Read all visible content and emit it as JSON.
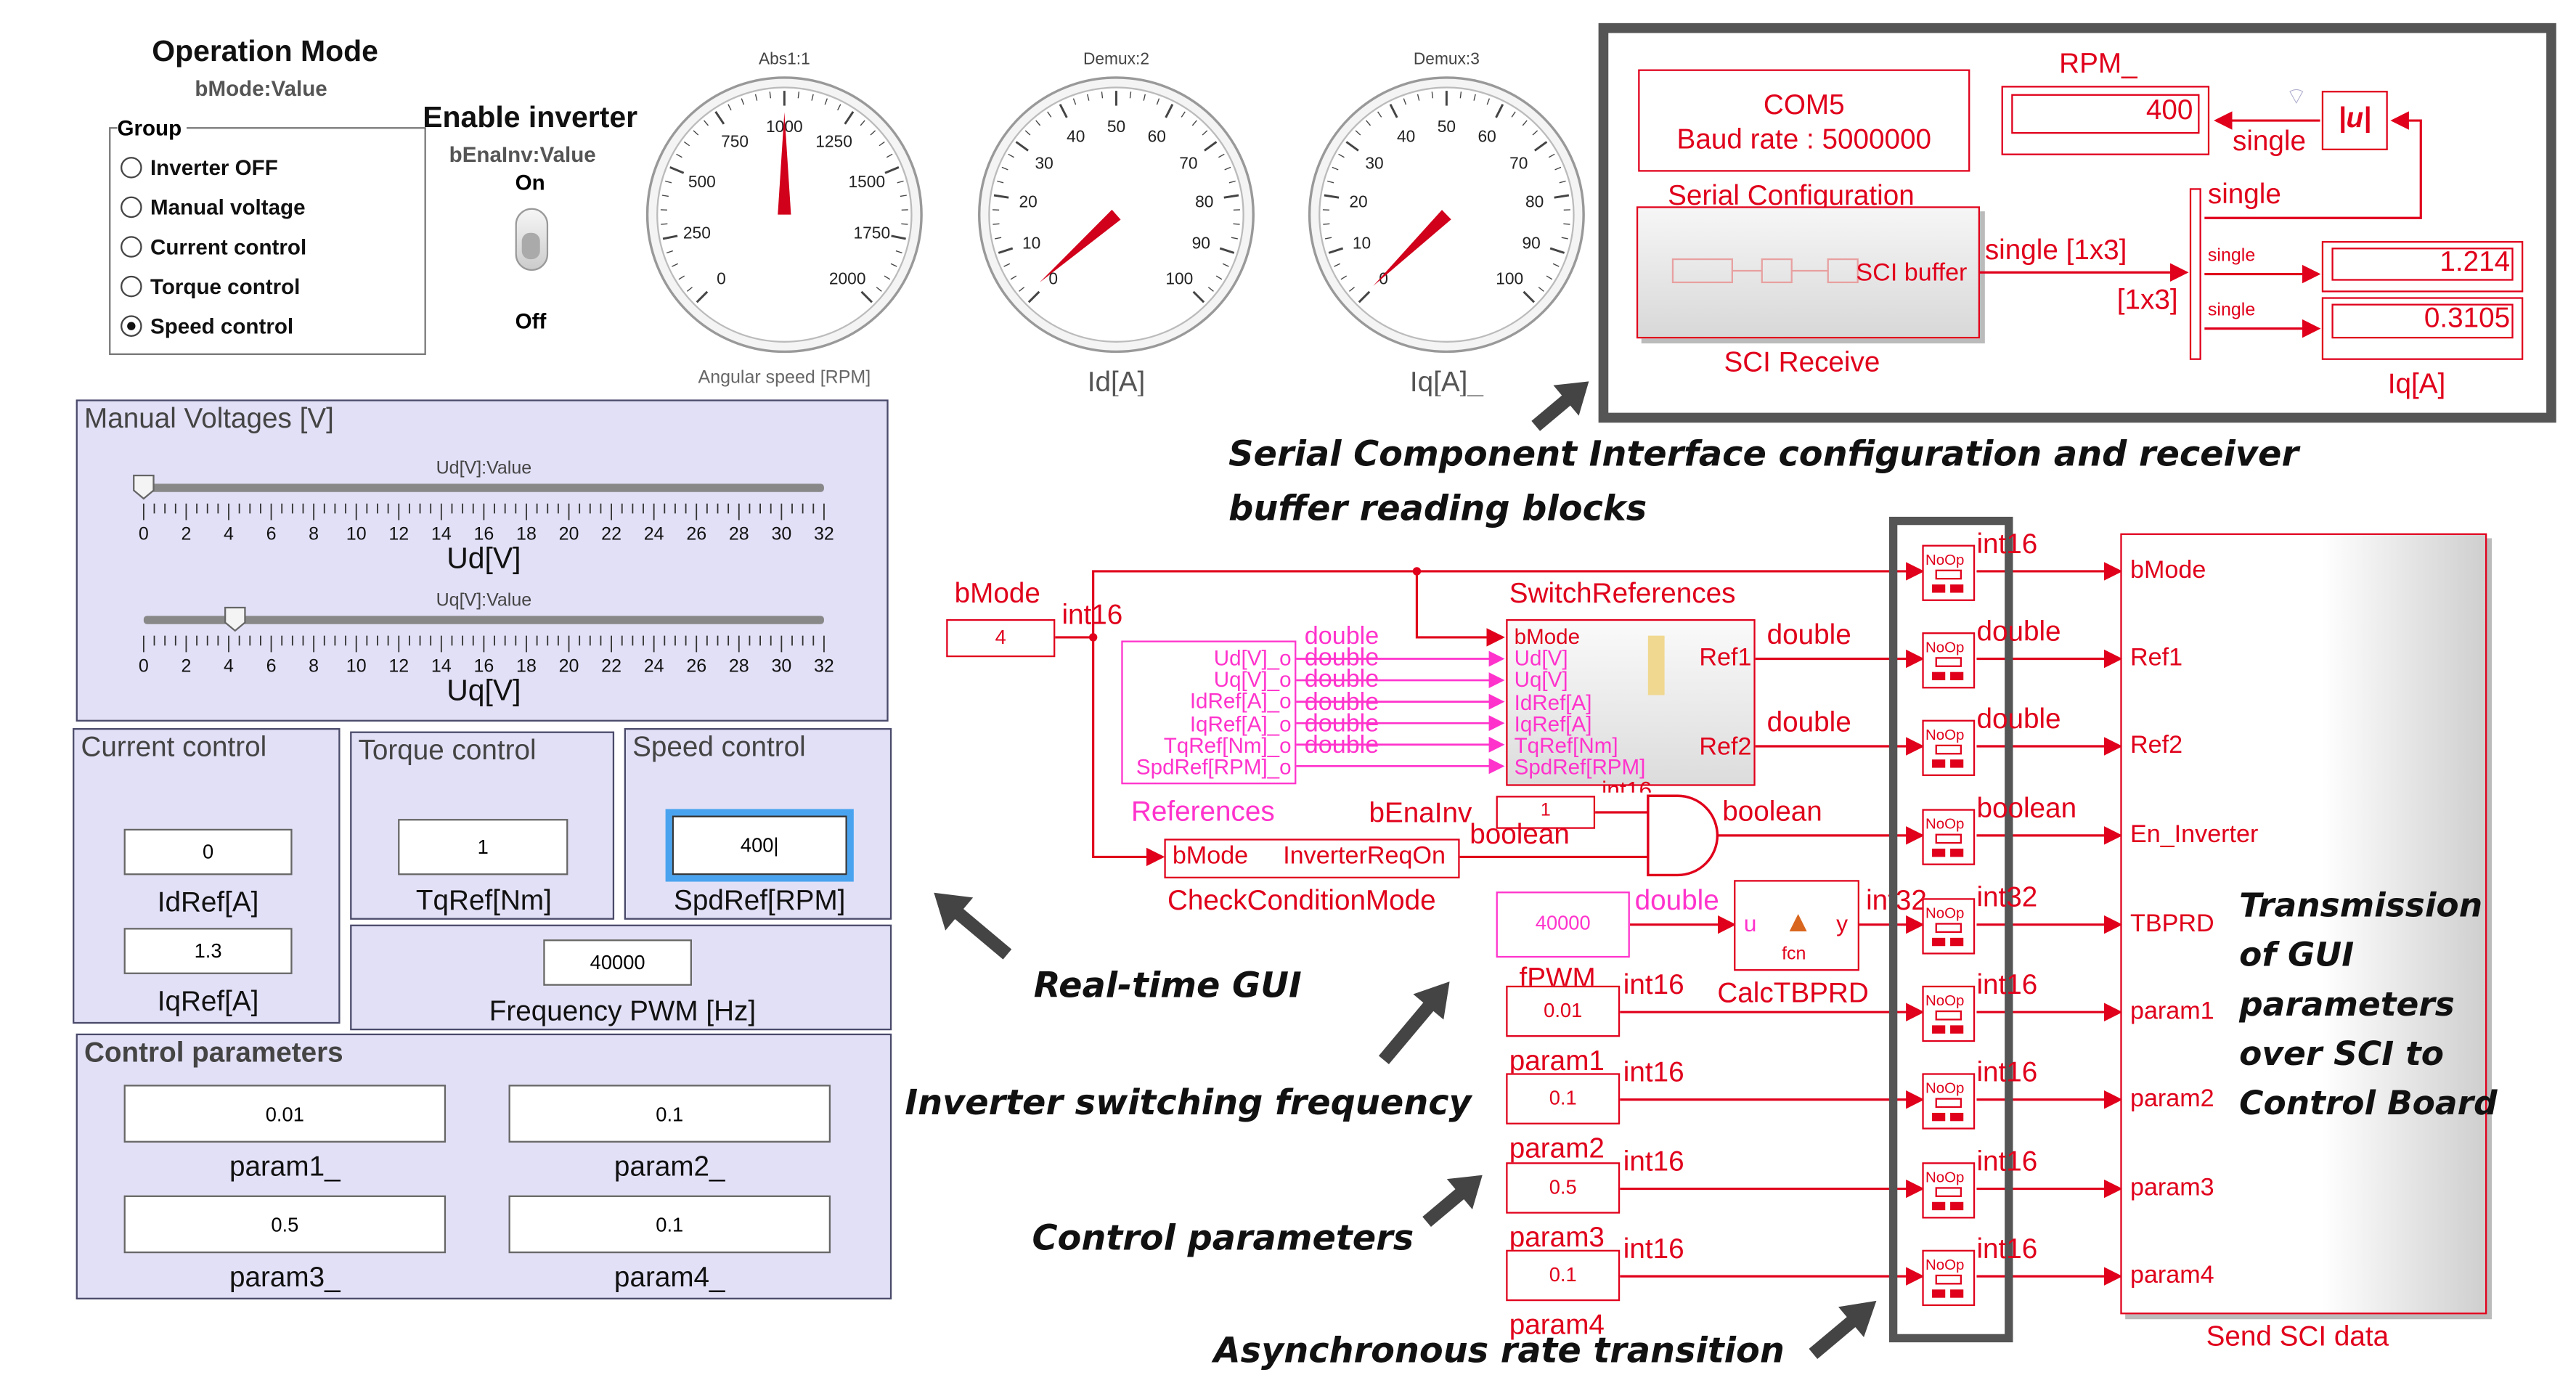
{
  "operation_mode": {
    "title": "Operation Mode",
    "subtitle": "bMode:Value",
    "group_label": "Group",
    "options": [
      "Inverter OFF",
      "Manual voltage",
      "Current control",
      "Torque control",
      "Speed control"
    ],
    "selected_index": 4
  },
  "enable_inverter": {
    "title": "Enable inverter",
    "subtitle": "bEnaInv:Value",
    "on_label": "On",
    "off_label": "Off"
  },
  "gauges": [
    {
      "block": "Abs1:1",
      "caption": "Angular speed [RPM]",
      "ticks": [
        "0",
        "250",
        "500",
        "750",
        "1000",
        "1250",
        "1500",
        "1750",
        "2000"
      ],
      "min": 0,
      "max": 2000,
      "value": 1000
    },
    {
      "block": "Demux:2",
      "caption": "Id[A]",
      "ticks": [
        "0",
        "10",
        "20",
        "30",
        "40",
        "50",
        "60",
        "70",
        "80",
        "90",
        "100"
      ],
      "min": 0,
      "max": 100,
      "value": 1.3
    },
    {
      "block": "Demux:3",
      "caption": "Iq[A]_",
      "ticks": [
        "0",
        "10",
        "20",
        "30",
        "40",
        "50",
        "60",
        "70",
        "80",
        "90",
        "100"
      ],
      "min": 0,
      "max": 100,
      "value": 0.3
    }
  ],
  "manual_voltages": {
    "title": "Manual Voltages [V]",
    "sliders": [
      {
        "block": "Ud[V]:Value",
        "label": "Ud[V]",
        "value": 0,
        "min": 0,
        "max": 32
      },
      {
        "block": "Uq[V]:Value",
        "label": "Uq[V]",
        "value": 4.3,
        "min": 0,
        "max": 32
      }
    ],
    "tick_labels": [
      "0",
      "2",
      "4",
      "6",
      "8",
      "10",
      "12",
      "14",
      "16",
      "18",
      "20",
      "22",
      "24",
      "26",
      "28",
      "30",
      "32"
    ]
  },
  "current_control": {
    "title": "Current control",
    "idref_value": "0",
    "idref_label": "IdRef[A]",
    "iqref_value": "1.3",
    "iqref_label": "IqRef[A]"
  },
  "torque_control": {
    "title": "Torque control",
    "value": "1",
    "label": "TqRef[Nm]"
  },
  "speed_control": {
    "title": "Speed control",
    "value": "400|",
    "label": "SpdRef[RPM]"
  },
  "frequency_pwm": {
    "value": "40000",
    "label": "Frequency PWM [Hz]"
  },
  "control_parameters": {
    "title": "Control parameters",
    "params": [
      {
        "value": "0.01",
        "label": "param1_"
      },
      {
        "value": "0.1",
        "label": "param2_"
      },
      {
        "value": "0.5",
        "label": "param3_"
      },
      {
        "value": "0.1",
        "label": "param4_"
      }
    ]
  },
  "sci": {
    "com_line1": "COM5",
    "com_line2": "Baud rate : 5000000",
    "config_label": "Serial Configuration",
    "buffer_label": "SCI buffer",
    "receive_label": "SCI Receive",
    "rpm_label": "RPM_",
    "rpm_value": "400",
    "single": "single",
    "abs_label": "|u|",
    "single_1x3": "single [1x3]",
    "dim_1x3": "[1x3]",
    "id_value": "1.214",
    "iq_value": "0.3105",
    "iq_caption": "Iq[A]"
  },
  "model": {
    "bmode_label": "bMode",
    "bmode_value": "4",
    "int16": "int16",
    "int32": "int32",
    "double": "double",
    "boolean": "boolean",
    "switch_refs_label": "SwitchReferences",
    "switch_inputs": [
      "bMode",
      "Ud[V]",
      "Uq[V]",
      "IdRef[A]",
      "IqRef[A]",
      "TqRef[Nm]",
      "SpdRef[RPM]"
    ],
    "ref1": "Ref1",
    "ref2": "Ref2",
    "references_outputs": [
      "Ud[V]_o",
      "Uq[V]_o",
      "IdRef[A]_o",
      "IqRef[A]_o",
      "TqRef[Nm]_o",
      "SpdRef[RPM]_o"
    ],
    "references_label": "References",
    "benainv_label": "bEnaInv",
    "benainv_value": "1",
    "check_in": "bMode",
    "check_out": "InverterReqOn",
    "check_label": "CheckConditionMode",
    "fpwm_value": "40000",
    "fpwm_label": "fPWM",
    "fcn_u": "u",
    "fcn_y": "y",
    "fcn_label": "fcn",
    "calc_label": "CalcTBPRD",
    "params": [
      {
        "value": "0.01",
        "label": "param1"
      },
      {
        "value": "0.1",
        "label": "param2"
      },
      {
        "value": "0.5",
        "label": "param3"
      },
      {
        "value": "0.1",
        "label": "param4"
      }
    ],
    "send_ports": [
      "bMode",
      "Ref1",
      "Ref2",
      "En_Inverter",
      "TBPRD",
      "param1",
      "param2",
      "param3",
      "param4"
    ],
    "send_label": "Send SCI data",
    "noop": "NoOp"
  },
  "annotations": {
    "sci_line1": "Serial Component Interface configuration and receiver",
    "sci_line2": "buffer reading blocks",
    "realtime_gui": "Real-time GUI",
    "switching": "Inverter switching frequency",
    "control_params": "Control parameters",
    "async": "Asynchronous rate transition",
    "transmission": [
      "Transmission",
      "of GUI",
      "parameters",
      "over SCI to",
      "Control Board"
    ]
  },
  "colors": {
    "signal": "#e0001b",
    "ref": "#ff33cc",
    "panel": "#e2e0f6",
    "frame": "#555555"
  }
}
